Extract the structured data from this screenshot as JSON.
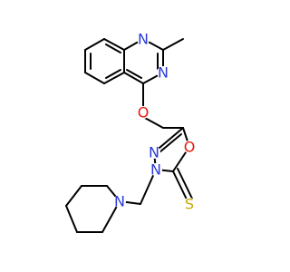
{
  "molecule": {
    "atoms": {
      "n1": {
        "symbol": "N",
        "color": "#2a3bd6"
      },
      "n2": {
        "symbol": "N",
        "color": "#2a3bd6"
      },
      "o_ether": {
        "symbol": "O",
        "color": "#e8170c"
      },
      "n3": {
        "symbol": "N",
        "color": "#2a3bd6"
      },
      "o_ring": {
        "symbol": "O",
        "color": "#e8170c"
      },
      "n4": {
        "symbol": "N",
        "color": "#2a3bd6"
      },
      "s": {
        "symbol": "S",
        "color": "#c8a800"
      },
      "n5": {
        "symbol": "N",
        "color": "#2a3bd6"
      }
    },
    "bond_color": "#000000"
  }
}
